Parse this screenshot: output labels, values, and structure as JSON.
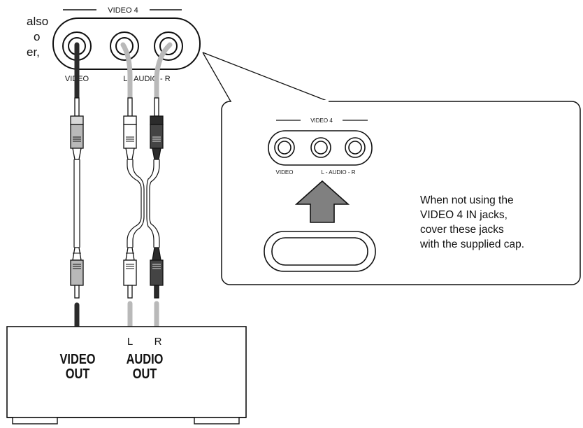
{
  "left_note_fragment": [
    "also",
    "o",
    "er,"
  ],
  "panel": {
    "group_label": "VIDEO 4",
    "jack_labels": {
      "video": "VIDEO",
      "audio": "L - AUDIO - R"
    }
  },
  "callout": {
    "group_label": "VIDEO 4",
    "jack_labels": {
      "video": "VIDEO",
      "audio": "L - AUDIO - R"
    },
    "note_lines": [
      "When not using the",
      "VIDEO 4 IN jacks,",
      "cover these jacks",
      "with the supplied cap."
    ]
  },
  "source_device": {
    "video_out": [
      "VIDEO",
      "OUT"
    ],
    "audio_out": [
      "AUDIO",
      "OUT"
    ],
    "channel_l": "L",
    "channel_r": "R"
  },
  "colors": {
    "video_cable": "#2b2b2b",
    "audio_l_cable": "#b9b9b9",
    "audio_r_cable": "#b9b9b9",
    "arrow_fill": "#808080",
    "line": "#111111"
  }
}
